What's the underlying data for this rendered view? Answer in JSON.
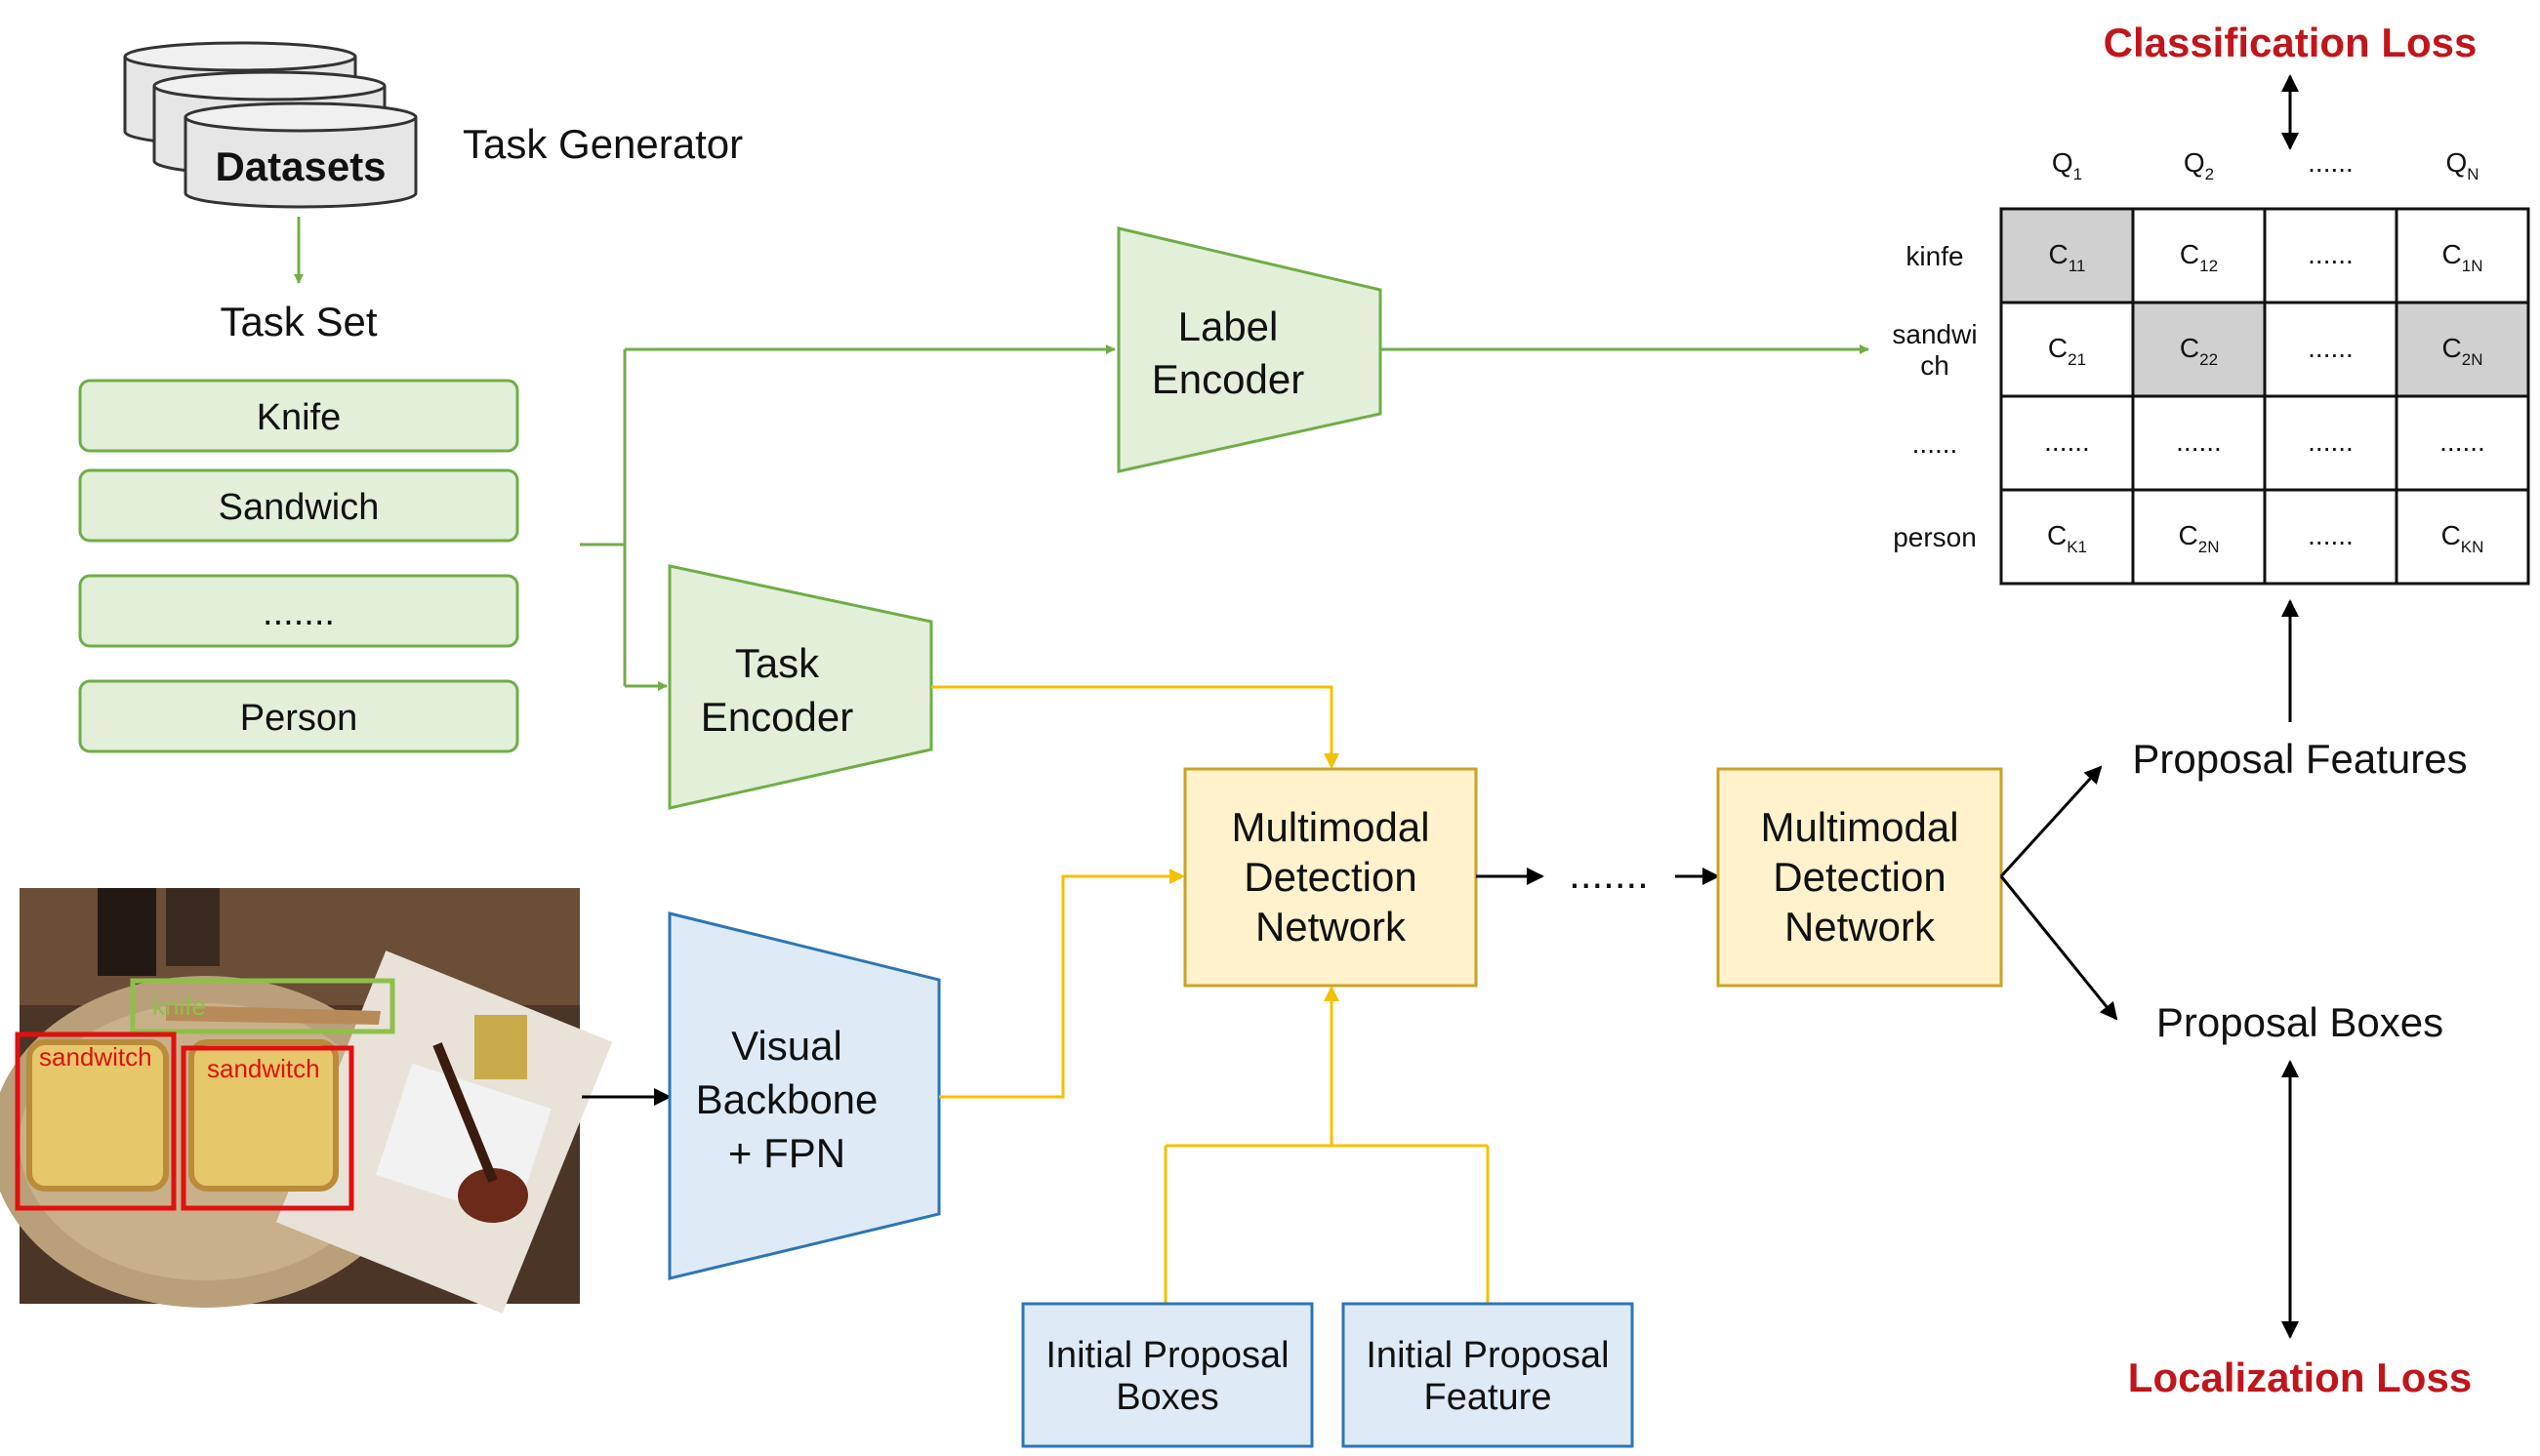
{
  "header": {
    "datasets_label": "Datasets",
    "task_generator_label": "Task Generator",
    "task_set_label": "Task Set"
  },
  "task_set": {
    "items": [
      "Knife",
      "Sandwich",
      ".......",
      "Person"
    ]
  },
  "encoders": {
    "label_encoder": [
      "Label",
      "Encoder"
    ],
    "task_encoder": [
      "Task",
      "Encoder"
    ],
    "visual_backbone": [
      "Visual",
      "Backbone",
      "+ FPN"
    ]
  },
  "detection": {
    "network_1": [
      "Multimodal",
      "Detection",
      "Network"
    ],
    "network_2": [
      "Multimodal",
      "Detection",
      "Network"
    ],
    "ellipsis": "......."
  },
  "proposals": {
    "initial_boxes": [
      "Initial Proposal",
      "Boxes"
    ],
    "initial_feature": [
      "Initial Proposal",
      "Feature"
    ],
    "features_label": "Proposal Features",
    "boxes_label": "Proposal Boxes"
  },
  "losses": {
    "classification": "Classification Loss",
    "localization": "Localization Loss"
  },
  "photo": {
    "box_labels": [
      "knife",
      "sandwitch",
      "sandwitch"
    ]
  },
  "matrix": {
    "columns": [
      {
        "base": "Q",
        "sub": "1"
      },
      {
        "base": "Q",
        "sub": "2"
      },
      {
        "base": "......",
        "sub": ""
      },
      {
        "base": "Q",
        "sub": "N"
      }
    ],
    "rows": [
      "kinfe",
      "sandwi ch",
      "......",
      "person"
    ],
    "row_label_lines": [
      [
        "kinfe"
      ],
      [
        "sandwi",
        "ch"
      ],
      [
        "......"
      ],
      [
        "person"
      ]
    ],
    "cells": [
      [
        {
          "base": "C",
          "sub": "11"
        },
        {
          "base": "C",
          "sub": "12"
        },
        {
          "base": "......",
          "sub": ""
        },
        {
          "base": "C",
          "sub": "1N"
        }
      ],
      [
        {
          "base": "C",
          "sub": "21"
        },
        {
          "base": "C",
          "sub": "22"
        },
        {
          "base": "......",
          "sub": ""
        },
        {
          "base": "C",
          "sub": "2N"
        }
      ],
      [
        {
          "base": "......",
          "sub": ""
        },
        {
          "base": "......",
          "sub": ""
        },
        {
          "base": "......",
          "sub": ""
        },
        {
          "base": "......",
          "sub": ""
        }
      ],
      [
        {
          "base": "C",
          "sub": "K1"
        },
        {
          "base": "C",
          "sub": "2N"
        },
        {
          "base": "......",
          "sub": ""
        },
        {
          "base": "C",
          "sub": "KN"
        }
      ]
    ],
    "highlighted_cells": [
      [
        0,
        0
      ],
      [
        1,
        1
      ],
      [
        1,
        3
      ]
    ]
  },
  "colors": {
    "green_fill": "#e2efd9",
    "green_stroke": "#70ad47",
    "blue_fill": "#deebf7",
    "blue_stroke": "#2e75b6",
    "yellow_fill": "#fff2cc",
    "yellow_stroke": "#c9a227",
    "yellow_line": "#f5c000",
    "loss_red": "#c0161b",
    "highlight_gray": "#d0d0d0"
  }
}
